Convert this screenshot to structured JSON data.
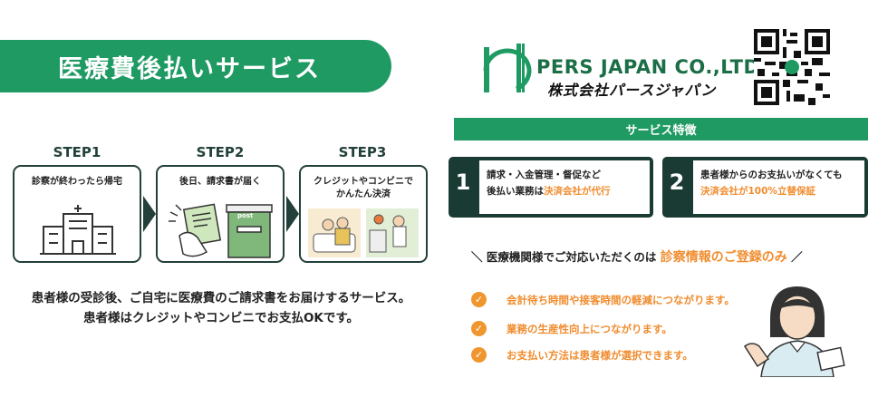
{
  "header": {
    "title": "医療費後払いサービス"
  },
  "steps": [
    {
      "label": "STEP1",
      "text": "診察が終わったら帰宅"
    },
    {
      "label": "STEP2",
      "text": "後日、請求書が届く"
    },
    {
      "label": "STEP3",
      "text_line1": "クレジットやコンビニで",
      "text_line2": "かんたん決済"
    }
  ],
  "postbox_label": "post",
  "description": {
    "line1": "患者様の受診後、ご自宅に医療費のご請求書をお届けするサービス。",
    "line2": "患者様はクレジットやコンビニでお支払OKです。"
  },
  "logo": {
    "en": "PERS JAPAN CO.,LTD.",
    "jp": "株式会社パースジャパン"
  },
  "features": {
    "heading": "サービス特徴",
    "items": [
      {
        "number": "1",
        "line1": "請求・入金管理・督促など",
        "line2_prefix": "後払い業務は",
        "line2_highlight": "決済会社が代行"
      },
      {
        "number": "2",
        "line1": "患者様からのお支払いがなくても",
        "line2_highlight": "決済会社が100%立替保証"
      }
    ]
  },
  "tagline": {
    "open": "＼",
    "prefix": "医療機関様でご対応いただくのは",
    "highlight": "診察情報のご登録のみ",
    "close": "／"
  },
  "benefits": [
    "会計待ち時間や接客時間の軽減につながります。",
    "業務の生産性向上につながります。",
    "お支払い方法は患者様が選択できます。"
  ],
  "colors": {
    "brand_green": "#1f9a63",
    "dark_green": "#1a3a34",
    "accent_orange": "#f08c2e"
  }
}
